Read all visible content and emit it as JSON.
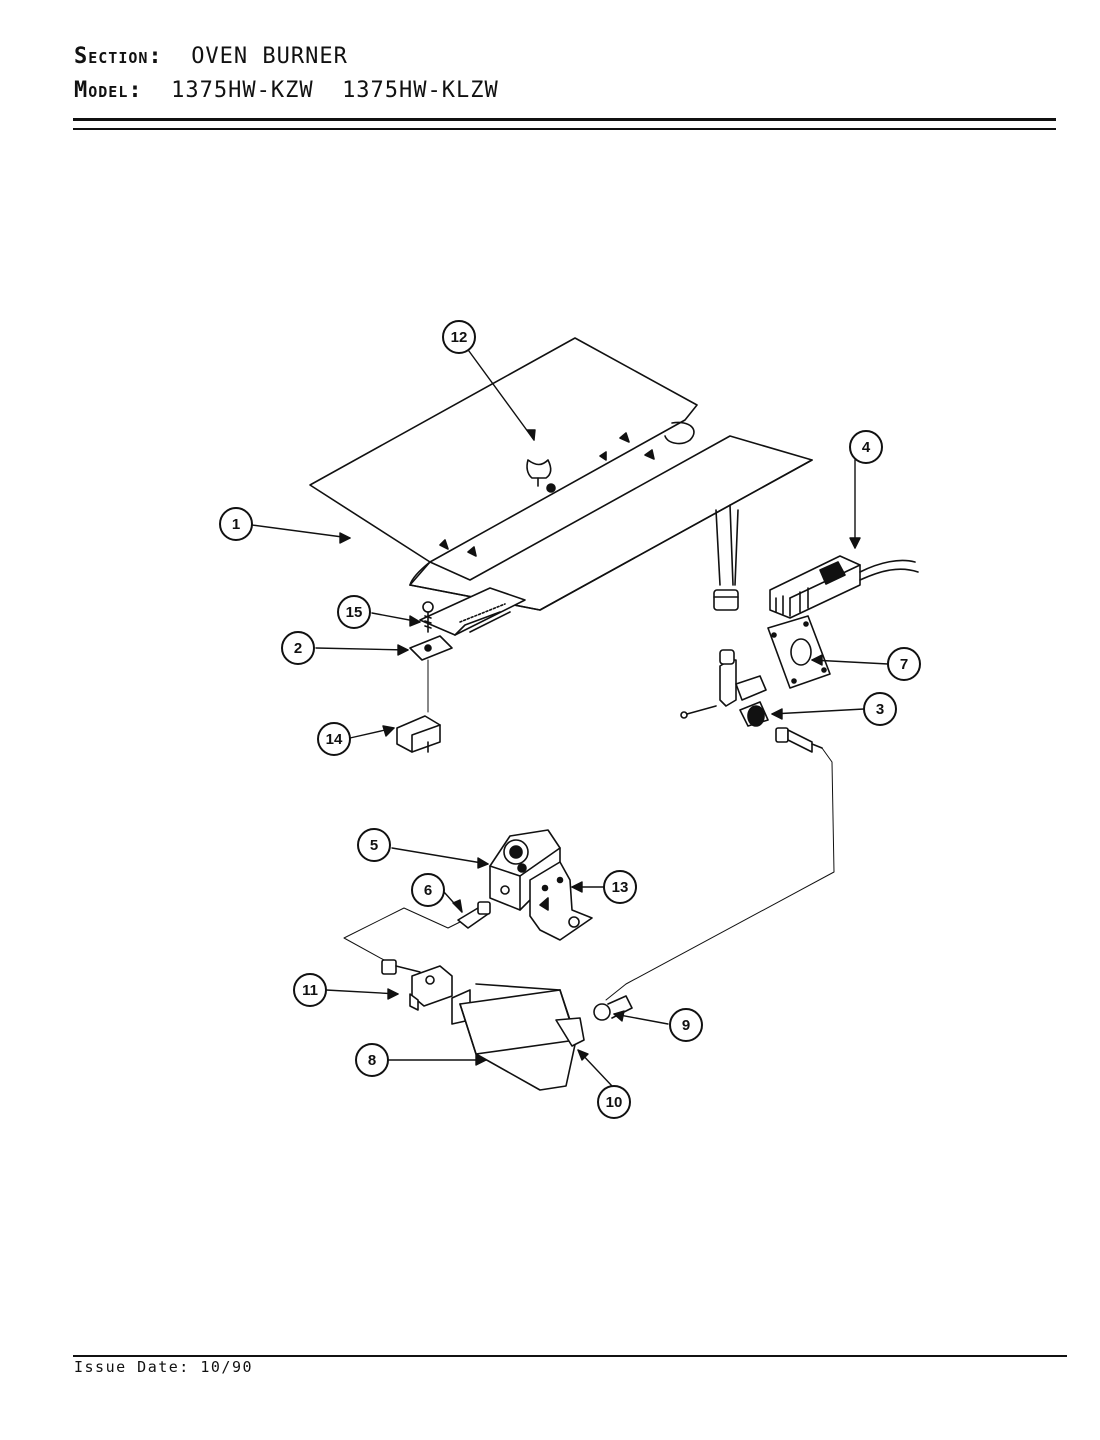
{
  "header": {
    "section_label": "Section:",
    "section_value": "OVEN BURNER",
    "model_label": "Model:",
    "model_value": "1375HW-KZW  1375HW-KLZW"
  },
  "footer": {
    "issue_label": "Issue Date:",
    "issue_value": "10/90"
  },
  "callouts": [
    "1",
    "2",
    "3",
    "4",
    "5",
    "6",
    "7",
    "8",
    "9",
    "10",
    "11",
    "12",
    "13",
    "14",
    "15"
  ]
}
